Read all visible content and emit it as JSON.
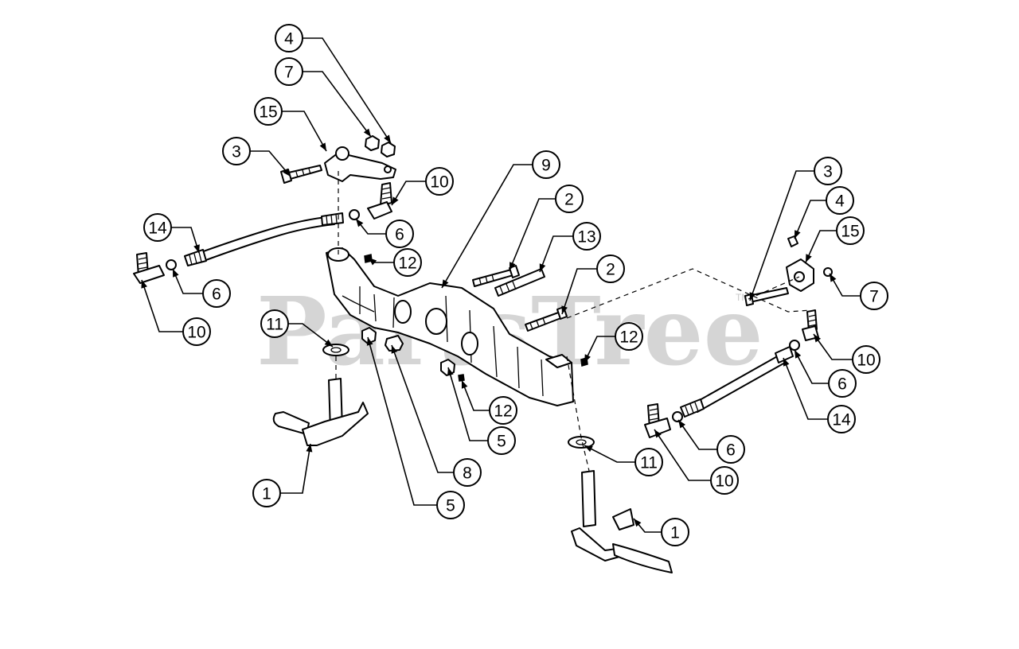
{
  "watermark": {
    "text": "PartsTree",
    "tm": "TM"
  },
  "callouts": [
    {
      "label": "4"
    },
    {
      "label": "7"
    },
    {
      "label": "15"
    },
    {
      "label": "3"
    },
    {
      "label": "10"
    },
    {
      "label": "14"
    },
    {
      "label": "6"
    },
    {
      "label": "12"
    },
    {
      "label": "6"
    },
    {
      "label": "10"
    },
    {
      "label": "11"
    },
    {
      "label": "9"
    },
    {
      "label": "2"
    },
    {
      "label": "13"
    },
    {
      "label": "2"
    },
    {
      "label": "5"
    },
    {
      "label": "8"
    },
    {
      "label": "5"
    },
    {
      "label": "12"
    },
    {
      "label": "1"
    },
    {
      "label": "3"
    },
    {
      "label": "4"
    },
    {
      "label": "15"
    },
    {
      "label": "7"
    },
    {
      "label": "12"
    },
    {
      "label": "10"
    },
    {
      "label": "6"
    },
    {
      "label": "14"
    },
    {
      "label": "6"
    },
    {
      "label": "10"
    },
    {
      "label": "11"
    },
    {
      "label": "1"
    }
  ]
}
